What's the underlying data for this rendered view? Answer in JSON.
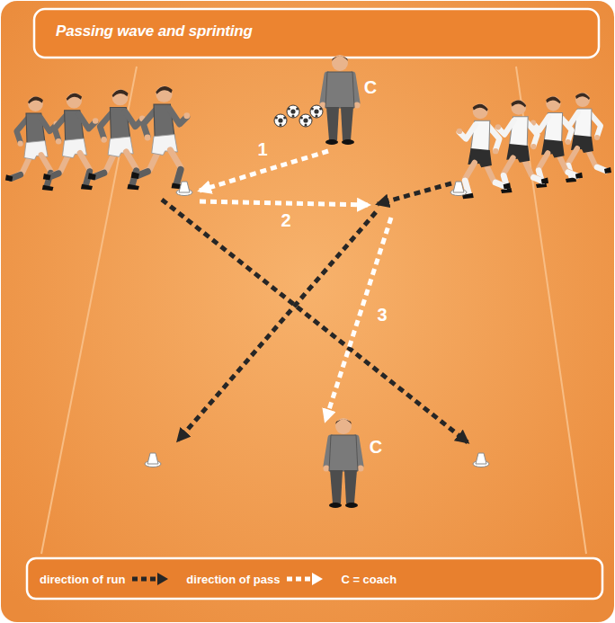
{
  "diagram": {
    "title": "Passing wave and sprinting",
    "labels": [
      "C",
      "1",
      "2",
      "3",
      "C"
    ],
    "legend": [
      {
        "text": "direction of run"
      },
      {
        "text": "direction of pass"
      },
      {
        "text": "C = coach"
      }
    ]
  }
}
